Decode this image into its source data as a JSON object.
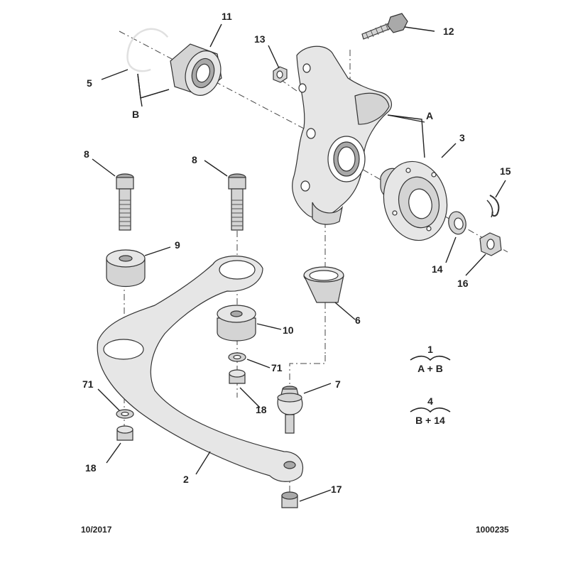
{
  "labels": {
    "l1": "1",
    "l2": "2",
    "l3": "3",
    "l4": "4",
    "l5": "5",
    "l6": "6",
    "l7": "7",
    "l8a": "8",
    "l8b": "8",
    "l9": "9",
    "l10": "10",
    "l11": "11",
    "l12": "12",
    "l13": "13",
    "l14": "14",
    "l15": "15",
    "l16": "16",
    "l17": "17",
    "l18a": "18",
    "l18b": "18",
    "l71a": "71",
    "l71b": "71",
    "lA": "A",
    "lB": "B"
  },
  "legend": {
    "item1": {
      "number": "1",
      "formula": "A + B"
    },
    "item4": {
      "number": "4",
      "formula": "B + 14"
    }
  },
  "footer": {
    "date": "10/2017",
    "reference": "1000235"
  }
}
